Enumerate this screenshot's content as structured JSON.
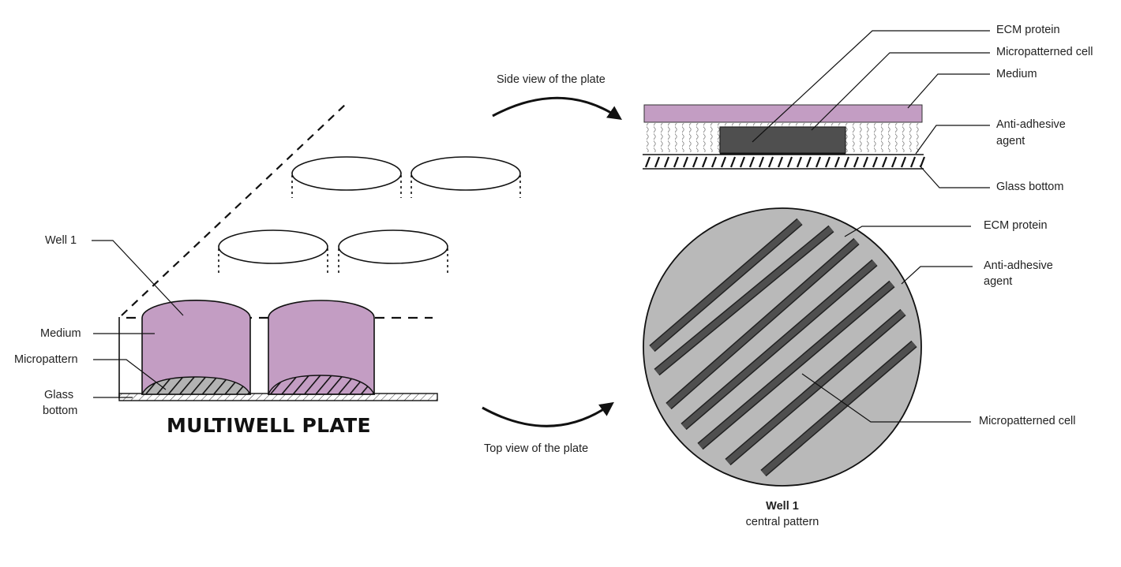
{
  "colors": {
    "medium": "#c39dc3",
    "cell": "#4f4f4f",
    "well_disc": "#b9b9b9",
    "micropattern_base": "#b3b3b3",
    "outline": "#1a1a1a"
  },
  "left_panel": {
    "title": "MULTIWELL PLATE",
    "labels": {
      "well": "Well 1",
      "medium": "Medium",
      "micropattern": "Micropattern",
      "glass_line1": "Glass",
      "glass_line2": "bottom"
    }
  },
  "arrows": {
    "side_view": "Side view of the plate",
    "top_view": "Top view of the plate"
  },
  "side_view": {
    "labels": {
      "ecm": "ECM protein",
      "cell": "Micropatterned cell",
      "medium": "Medium",
      "anti_line1": "Anti-adhesive",
      "anti_line2": "agent",
      "glass": "Glass bottom"
    }
  },
  "top_view": {
    "labels": {
      "ecm": "ECM protein",
      "anti_line1": "Anti-adhesive",
      "anti_line2": "agent",
      "cell": "Micropatterned cell"
    },
    "caption_title": "Well 1",
    "caption_sub": "central pattern"
  }
}
